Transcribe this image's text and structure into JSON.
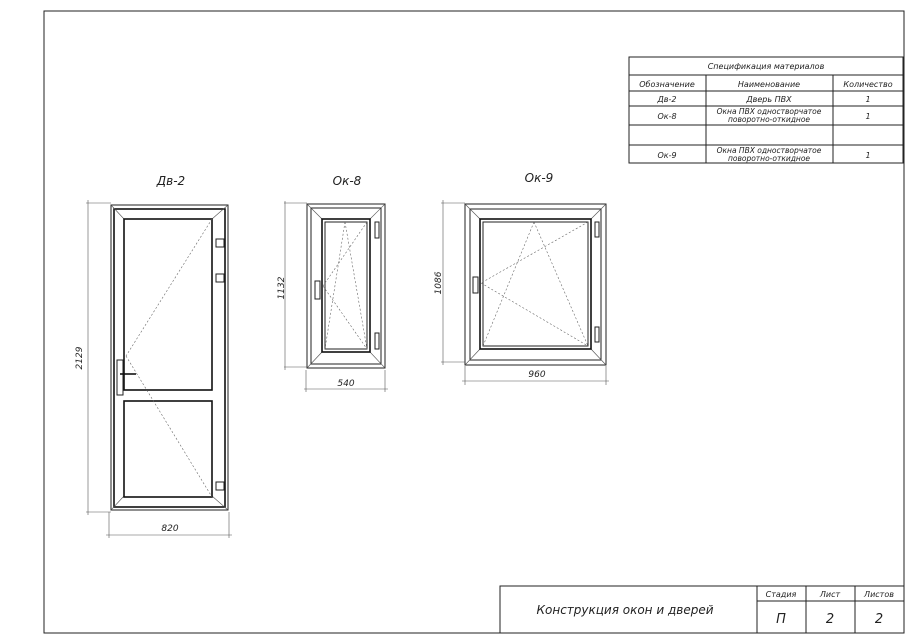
{
  "spec_table": {
    "title": "Спецификация материалов",
    "headers": [
      "Обозначение",
      "Наименование",
      "Количество"
    ],
    "rows": [
      {
        "code": "Дв-2",
        "name_1": "Дверь ПВХ",
        "name_2": "",
        "qty": "1"
      },
      {
        "code": "Ок-8",
        "name_1": "Окна ПВХ одностворчатое",
        "name_2": "поворотно-откидное",
        "qty": "1"
      },
      {
        "code": "Ок-9",
        "name_1": "Окна ПВХ одностворчатое",
        "name_2": "поворотно-откидное",
        "qty": "1"
      }
    ]
  },
  "drawings": {
    "door": {
      "label": "Дв-2",
      "height": "2129",
      "width": "820"
    },
    "window_8": {
      "label": "Ок-8",
      "height": "1132",
      "width": "540"
    },
    "window_9": {
      "label": "Ок-9",
      "height": "1086",
      "width": "960"
    }
  },
  "title_block": {
    "title": "Конструкция окон и дверей",
    "stage_label": "Стадия",
    "stage": "П",
    "sheet_label": "Лист",
    "sheet": "2",
    "sheets_label": "Листов",
    "sheets": "2"
  }
}
